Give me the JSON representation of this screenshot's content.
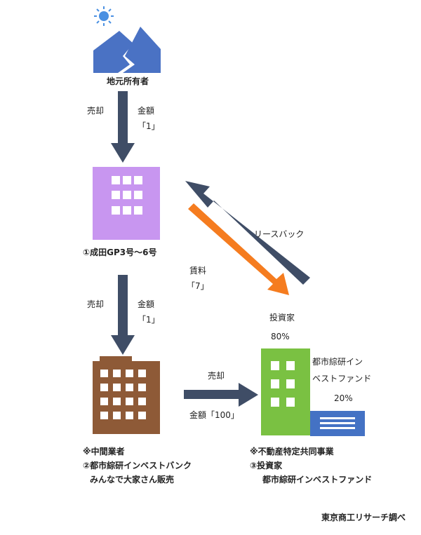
{
  "nodes": {
    "landowner": {
      "label": "地元所有者"
    },
    "seiden": {
      "label": "①成田GP3号～6号"
    },
    "intermediary": {
      "lines": [
        "※中間業者",
        "②都市綜研インベストバンク",
        "みんなで大家さん販売"
      ]
    },
    "investor_top": {
      "label": "投資家",
      "share": "80%"
    },
    "fund_label": {
      "lines": [
        "都市綜研イン",
        "ベストファンド"
      ],
      "share": "20%"
    },
    "investor_bottom": {
      "lines": [
        "※不動産特定共同事業",
        "③投資家",
        "都市綜研インベストファンド"
      ]
    }
  },
  "flows": {
    "sale1": {
      "action": "売却",
      "amount_label": "金額",
      "amount": "「1」"
    },
    "sale2": {
      "action": "売却",
      "amount_label": "金額",
      "amount": "「1」"
    },
    "sale3": {
      "action": "売却",
      "amount": "金額「100」"
    },
    "rent": {
      "label": "賃料",
      "amount": "「7」"
    },
    "leaseback": {
      "label": "リースバック"
    }
  },
  "credit": "東京商工リサーチ調べ",
  "colors": {
    "navy": "#3f4d66",
    "orange": "#f57c1f",
    "mountain": "#4a72c4",
    "sun": "#4a90e2",
    "purple_building": "#c896f0",
    "brown_building": "#8e5a37",
    "green_building": "#7ac142",
    "blue_building": "#4472c4"
  }
}
